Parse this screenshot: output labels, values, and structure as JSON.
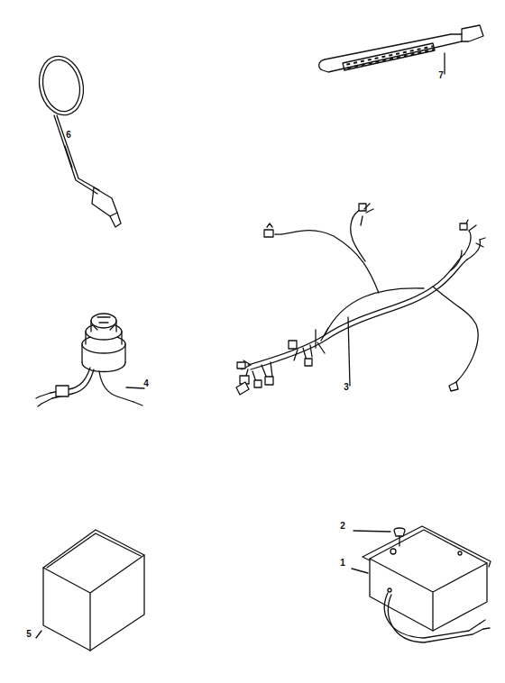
{
  "diagram": {
    "labels": [
      "7",
      "6",
      "3",
      "4",
      "5",
      "2",
      "1"
    ]
  }
}
